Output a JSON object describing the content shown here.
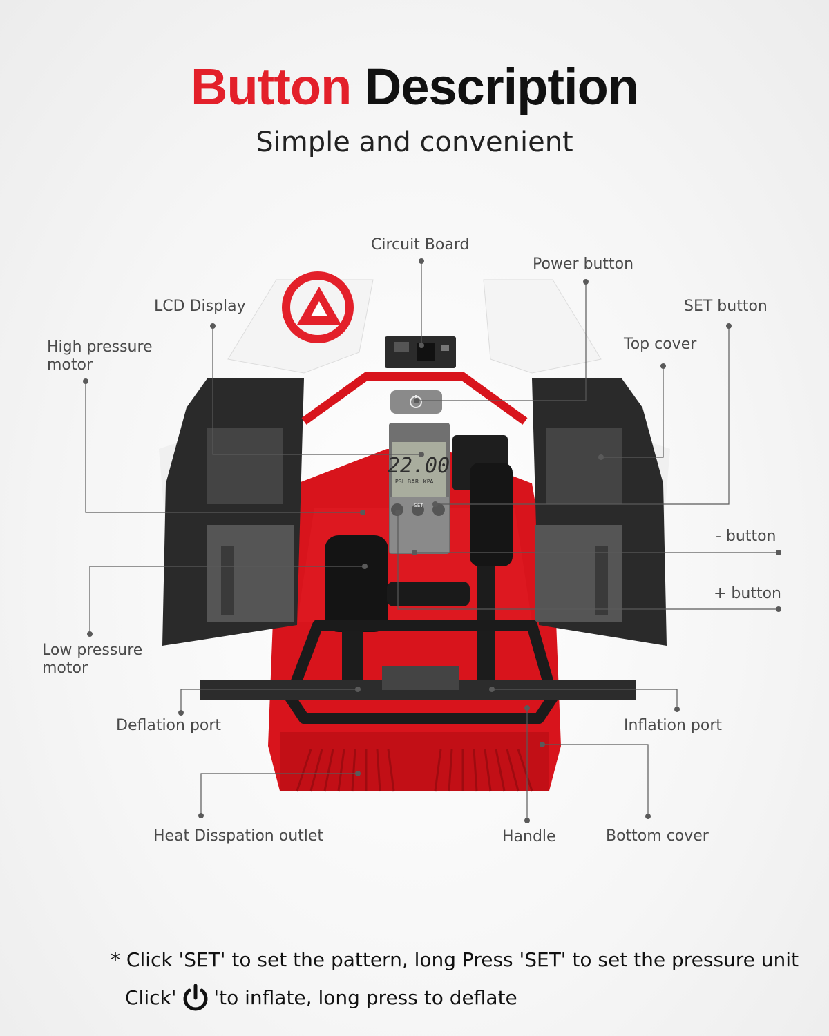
{
  "header": {
    "title_accent": "Button",
    "title_main": "Description",
    "subtitle": "Simple and convenient"
  },
  "labels": {
    "circuit_board": "Circuit Board",
    "power_button": "Power button",
    "lcd_display": "LCD Display",
    "set_button": "SET button",
    "high_pressure_motor": "High pressure motor",
    "top_cover": "Top cover",
    "minus_button": "- button",
    "plus_button": "+ button",
    "low_pressure_motor": "Low pressure motor",
    "deflation_port": "Deflation port",
    "inflation_port": "Inflation port",
    "heat_dissipation_outlet": "Heat Disspation outlet",
    "handle": "Handle",
    "bottom_cover": "Bottom cover"
  },
  "lcd": {
    "reading": "22.00",
    "units": [
      "PSI",
      "BAR",
      "KPA"
    ],
    "set_key": "SET"
  },
  "notes": {
    "line1": "* Click 'SET' to set the pattern, long Press 'SET' to set the pressure unit",
    "line2_prefix": "Click'",
    "line2_suffix": "'to inflate, long press to deflate"
  },
  "colors": {
    "accent_red": "#e3202a",
    "body_red": "#d8141c",
    "shell_black": "#2a2a2a",
    "leader_line": "#5a5a5a"
  },
  "icons": {
    "power": "power-icon",
    "logo": "brand-logo-icon"
  }
}
